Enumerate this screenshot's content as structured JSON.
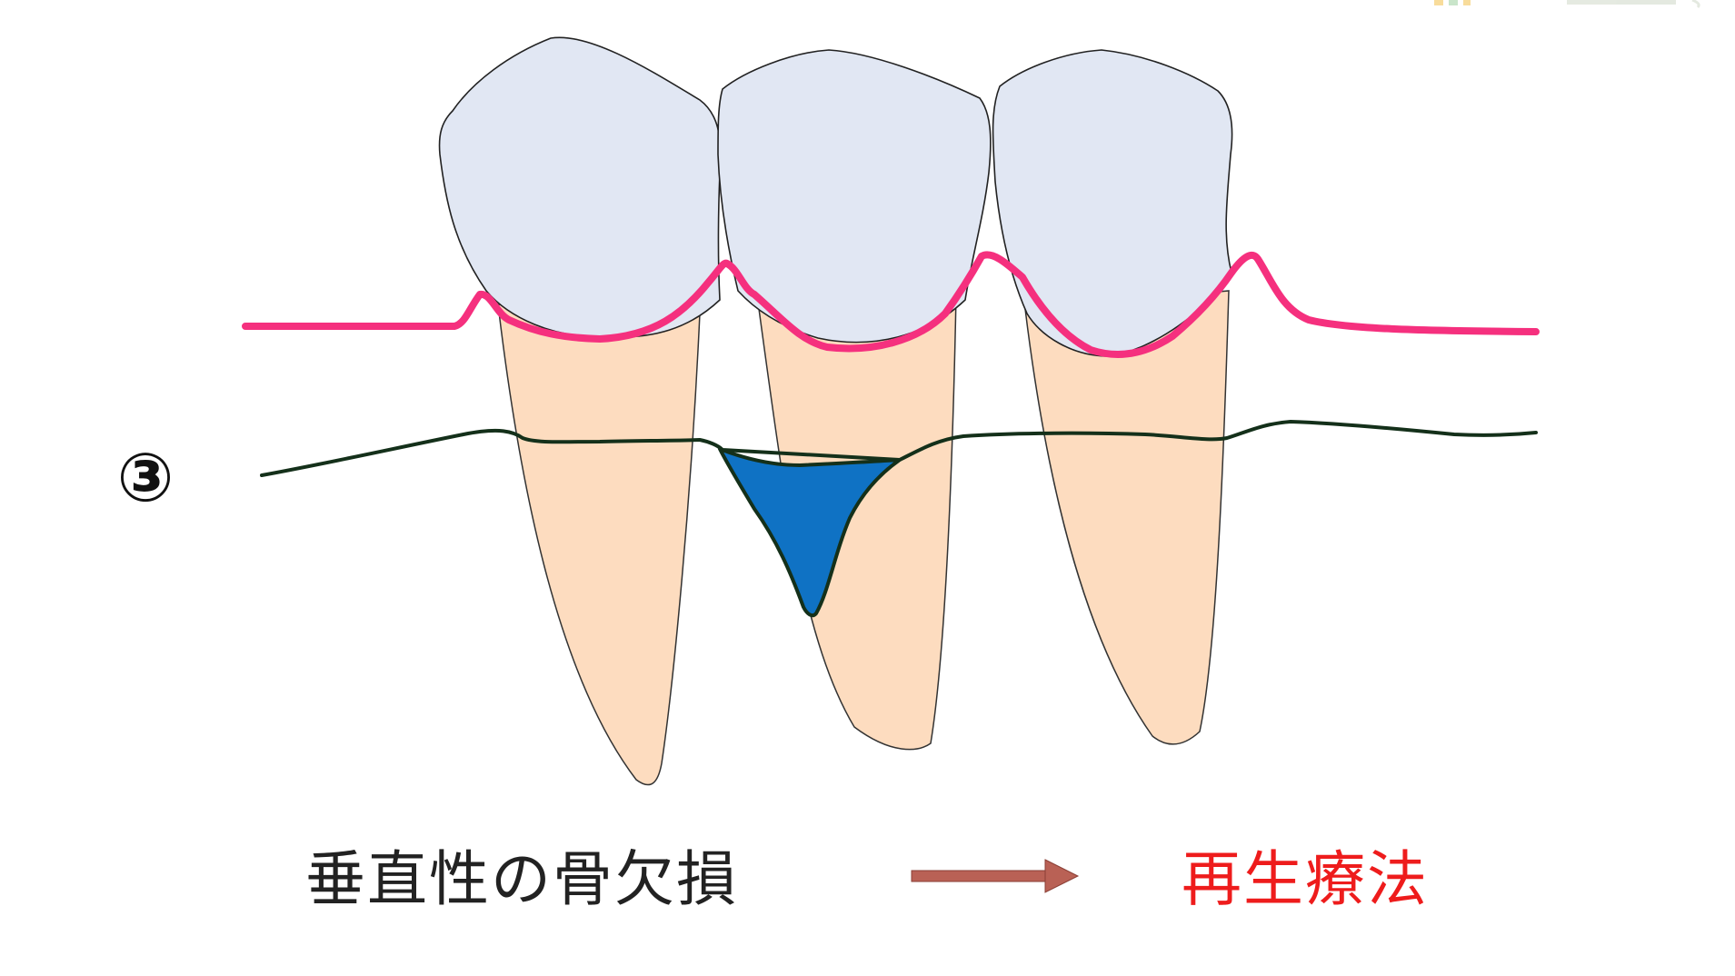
{
  "step_marker": "③",
  "caption": {
    "left_text": "垂直性の骨欠損",
    "right_text": "再生療法"
  },
  "colors": {
    "crown_fill": "#e1e7f3",
    "root_fill": "#fddcbf",
    "gum_line": "#f5307e",
    "bone_line": "#14301a",
    "defect_fill": "#0f72c4",
    "arrow": "#b96155",
    "right_text": "#ee1c1c",
    "left_text": "#222222"
  }
}
